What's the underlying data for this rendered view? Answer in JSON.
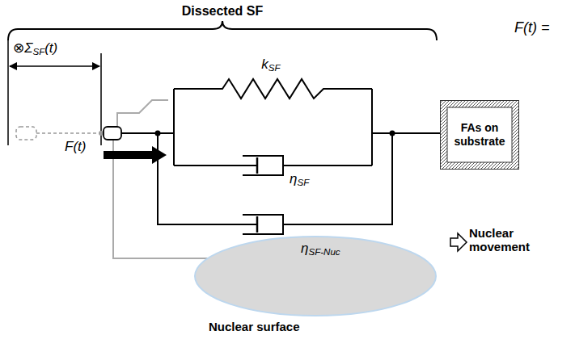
{
  "diagram": {
    "nodes": [
      {
        "text": [
          "FAs on substrate"
        ]
      },
      {
        "text": [
          "Nuclear surface"
        ]
      }
    ],
    "labels": [
      "Dissected SF",
      "F(t) =",
      "⊗ΣSF(t)",
      "kSF",
      "ηSF",
      "F(t)",
      "ηSF-Nuc",
      "Nuclear movement"
    ]
  }
}
